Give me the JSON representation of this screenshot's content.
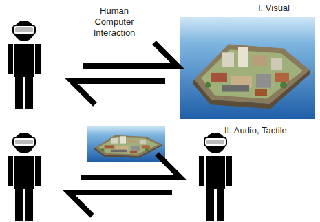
{
  "diagram": {
    "labels": [
      "Human Computer Interaction",
      "I. Visual",
      "II. Audio, Tactile"
    ]
  }
}
